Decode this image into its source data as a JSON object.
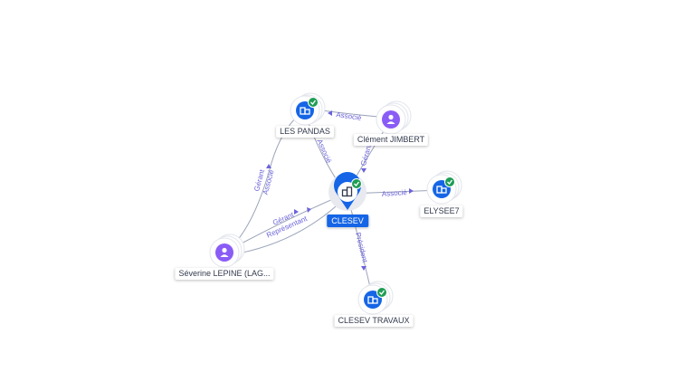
{
  "colors": {
    "company": "#1565e6",
    "person": "#8a5cf6",
    "verified": "#1f9d55",
    "edge": "#9aa3b8",
    "edge_label": "#6b63d9"
  },
  "nodes": {
    "clesev": {
      "label": "CLESEV",
      "type": "company",
      "icon": "building-icon",
      "verified": true
    },
    "les_pandas": {
      "label": "LES PANDAS",
      "type": "company",
      "icon": "building-icon",
      "verified": true
    },
    "clement": {
      "label": "Clément JIMBERT",
      "type": "person",
      "icon": "person-icon"
    },
    "elysee7": {
      "label": "ELYSEE7",
      "type": "company",
      "icon": "building-icon",
      "verified": true
    },
    "severine": {
      "label": "Séverine LEPINE (LAG...",
      "type": "person",
      "icon": "person-icon"
    },
    "clesev_travaux": {
      "label": "CLESEV TRAVAUX",
      "type": "company",
      "icon": "building-icon",
      "verified": true
    }
  },
  "edges": {
    "clement_pandas": "Associé",
    "pandas_clesev": "Associé",
    "clement_clesev": "Gérant",
    "clesev_elysee": "Associé",
    "clesev_travaux": "Président",
    "severine_pandas_1": "Gérant",
    "severine_pandas_2": "Associé",
    "severine_clesev_1": "Gérant",
    "severine_clesev_2": "Représentant"
  }
}
